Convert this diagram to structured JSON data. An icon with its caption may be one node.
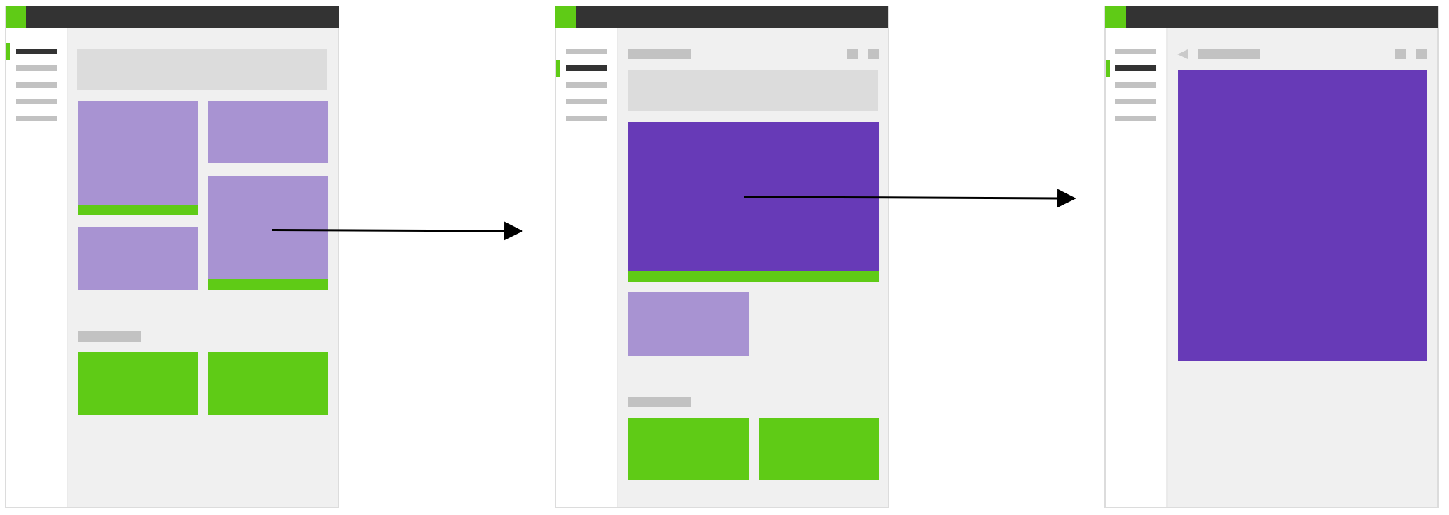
{
  "diagram": {
    "nodes": [
      {
        "text": [],
        "shape": "picture"
      },
      {
        "text": [],
        "shape": "bar",
        "in": 0
      },
      {
        "text": [],
        "shape": "box",
        "in": 0
      },
      {
        "text": [],
        "shape": "box",
        "in": 0
      },
      {
        "text": [],
        "shape": "box",
        "in": 0
      },
      {
        "text": [],
        "shape": "box",
        "in": 0
      },
      {
        "text": [],
        "shape": "box",
        "in": 0
      },
      {
        "text": [],
        "shape": "box",
        "in": 0
      },
      {
        "text": [],
        "shape": "box",
        "in": 0
      },
      {
        "text": [],
        "shape": "picture"
      },
      {
        "text": [],
        "shape": "bar",
        "in": 9
      },
      {
        "text": [],
        "shape": "box",
        "in": 9
      },
      {
        "text": [],
        "shape": "box",
        "in": 9
      },
      {
        "text": [],
        "shape": "box",
        "in": 9
      },
      {
        "text": [],
        "shape": "box",
        "in": 9
      },
      {
        "text": [],
        "shape": "box",
        "in": 9
      },
      {
        "text": [],
        "shape": "picture"
      },
      {
        "text": [],
        "shape": "bar",
        "in": 16
      },
      {
        "text": [],
        "shape": "box",
        "in": 16
      }
    ],
    "edges": [
      {
        "from": 5,
        "to": 9,
        "arrow": "to"
      },
      {
        "from": 12,
        "to": 16,
        "arrow": "to"
      }
    ]
  }
}
